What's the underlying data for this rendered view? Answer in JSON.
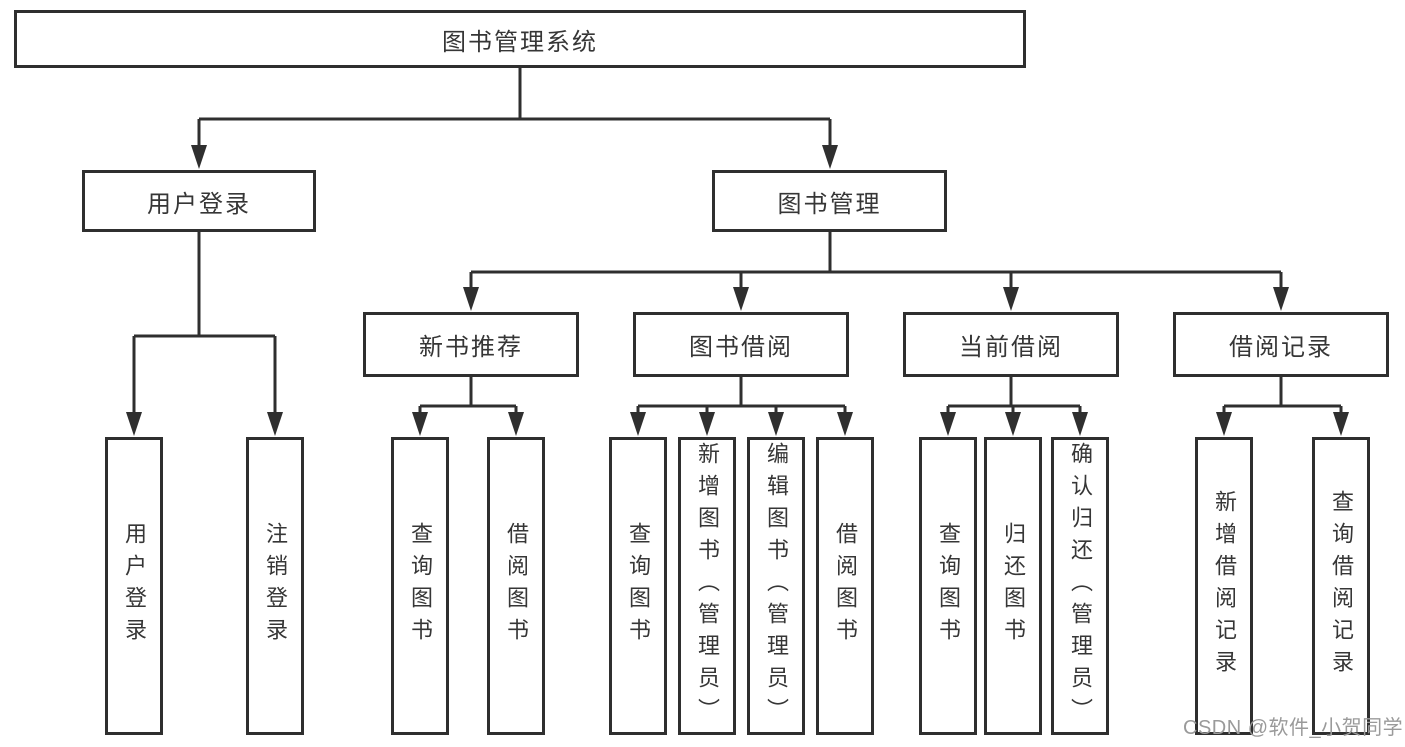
{
  "colors": {
    "line": "#2f2f2f",
    "text": "#363636",
    "background": "#ffffff",
    "watermark": "#9a9a9a"
  },
  "tree": {
    "root": {
      "label": "图书管理系统"
    },
    "branches": [
      {
        "label": "用户登录",
        "children": [
          {
            "label": "用户登录"
          },
          {
            "label": "注销登录"
          }
        ]
      },
      {
        "label": "图书管理",
        "children": [
          {
            "label": "新书推荐",
            "children": [
              {
                "label": "查询图书"
              },
              {
                "label": "借阅图书"
              }
            ]
          },
          {
            "label": "图书借阅",
            "children": [
              {
                "label": "查询图书"
              },
              {
                "label": "新增图书（管理员）"
              },
              {
                "label": "编辑图书（管理员）"
              },
              {
                "label": "借阅图书"
              }
            ]
          },
          {
            "label": "当前借阅",
            "children": [
              {
                "label": "查询图书"
              },
              {
                "label": "归还图书"
              },
              {
                "label": "确认归还（管理员）"
              }
            ]
          },
          {
            "label": "借阅记录",
            "children": [
              {
                "label": "新增借阅记录"
              },
              {
                "label": "查询借阅记录"
              }
            ]
          }
        ]
      }
    ]
  },
  "watermark": {
    "text": "CSDN @软件_小贺同学"
  }
}
